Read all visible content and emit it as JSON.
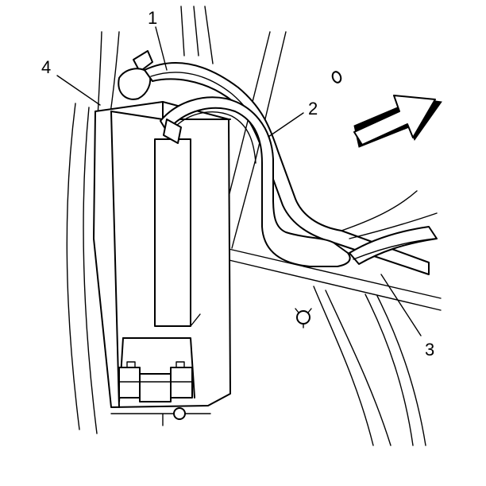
{
  "callouts": {
    "c1": "1",
    "c2": "2",
    "c3": "3",
    "c4": "4"
  }
}
